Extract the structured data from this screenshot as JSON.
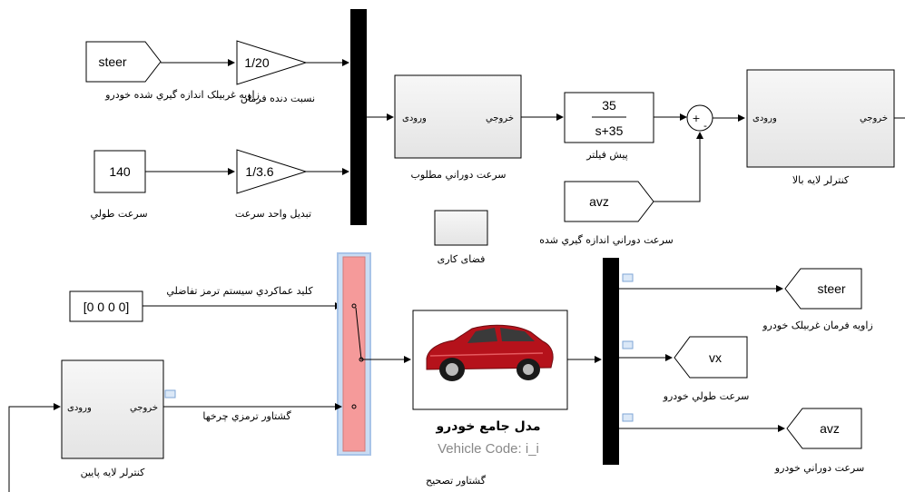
{
  "blocks": {
    "steer_in": {
      "text": "steer",
      "caption": "زاويه غربيلک اندازه گيري شده خودرو"
    },
    "gain_steer": {
      "text": "1/20",
      "caption": "نسبت دنده فرمان"
    },
    "speed_const": {
      "text": "140",
      "caption": "سرعت طولي"
    },
    "gain_speed": {
      "text": "1/3.6",
      "caption": "تبديل واحد سرعت"
    },
    "desired_yaw": {
      "in_port": "ورودی",
      "out_port": "خروجي",
      "caption": "سرعت دوراني مطلوب"
    },
    "prefilter": {
      "num": "35",
      "den": "s+35",
      "caption": "پيش فيلتر"
    },
    "sum": {
      "signs": "+-",
      "plus": "+",
      "minus": "-"
    },
    "avz_in": {
      "text": "avz",
      "caption": "سرعت دوراني اندازه گيري شده"
    },
    "upper_ctrl": {
      "in_port": "ورودی",
      "out_port": "خروجي",
      "caption": "کنترلر لايه بالا"
    },
    "workspace": {
      "caption": "فضای کاری"
    },
    "brake_key": {
      "text": "[0 0 0 0]",
      "caption": "کليد عماکردي سيستم ترمز تفاضلي"
    },
    "brake_torque_label": "گشتاور ترمزي چرخها",
    "lower_ctrl": {
      "in_port": "ورودی",
      "out_port": "خروجي",
      "caption": "کنترلر لايه پايين"
    },
    "vehicle": {
      "title": "مدل جامع خودرو",
      "code": "Vehicle Code: i_i"
    },
    "correction_label": "گشتاور تصحيح",
    "steer_out": {
      "text": "steer",
      "caption": "زاويه فرمان  غربيلک خودرو"
    },
    "vx_out": {
      "text": "vx",
      "caption": "سرعت طولي  خودرو"
    },
    "avz_out": {
      "text": "avz",
      "caption": "سرعت دوراني خودرو"
    }
  },
  "colors": {
    "mux": "#000000",
    "selector_fill": "#f59a9a",
    "selector_border": "#a8c4e8",
    "car_body": "#b5121b",
    "subsystem_fill": "#eeeeee"
  }
}
